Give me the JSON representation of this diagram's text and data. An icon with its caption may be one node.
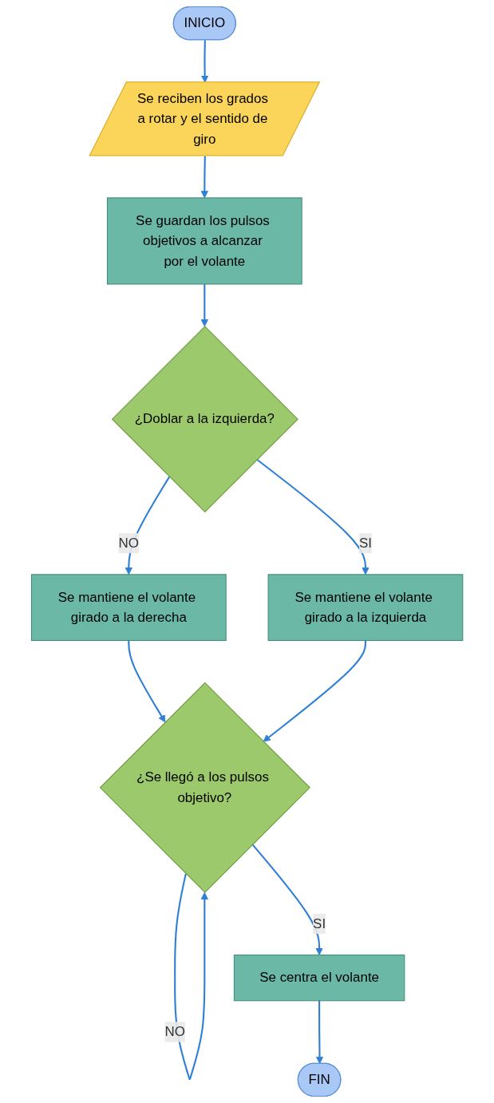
{
  "diagram": {
    "nodes": [
      {
        "text": [
          "INICIO"
        ]
      },
      {
        "text": [
          "Se reciben los grados a rotar y el sentido de giro"
        ]
      },
      {
        "text": [
          "Se guardan los pulsos objetivos a alcanzar por el volante"
        ]
      },
      {
        "text": [
          "¿Doblar a la izquierda?"
        ]
      },
      {
        "text": [
          "Se mantiene el volante girado a la derecha"
        ]
      },
      {
        "text": [
          "Se mantiene el volante girado a la izquierda"
        ]
      },
      {
        "text": [
          "¿Se llegó a los pulsos objetivo?"
        ]
      },
      {
        "text": [
          "Se centra el volante"
        ]
      },
      {
        "text": [
          "FIN"
        ]
      }
    ],
    "edges": [
      {
        "from": 0,
        "to": 1,
        "arrow": "to"
      },
      {
        "from": 1,
        "to": 2,
        "arrow": "to"
      },
      {
        "from": 2,
        "to": 3,
        "arrow": "to"
      },
      {
        "from": 3,
        "to": 4,
        "label": "NO",
        "arrow": "to"
      },
      {
        "from": 3,
        "to": 5,
        "label": "SI",
        "arrow": "to"
      },
      {
        "from": 4,
        "to": 6,
        "arrow": "to"
      },
      {
        "from": 5,
        "to": 6,
        "arrow": "to"
      },
      {
        "from": 6,
        "to": 6,
        "label": "NO",
        "arrow": "to"
      },
      {
        "from": 6,
        "to": 7,
        "label": "SI",
        "arrow": "to"
      },
      {
        "from": 7,
        "to": 8,
        "arrow": "to"
      }
    ]
  }
}
